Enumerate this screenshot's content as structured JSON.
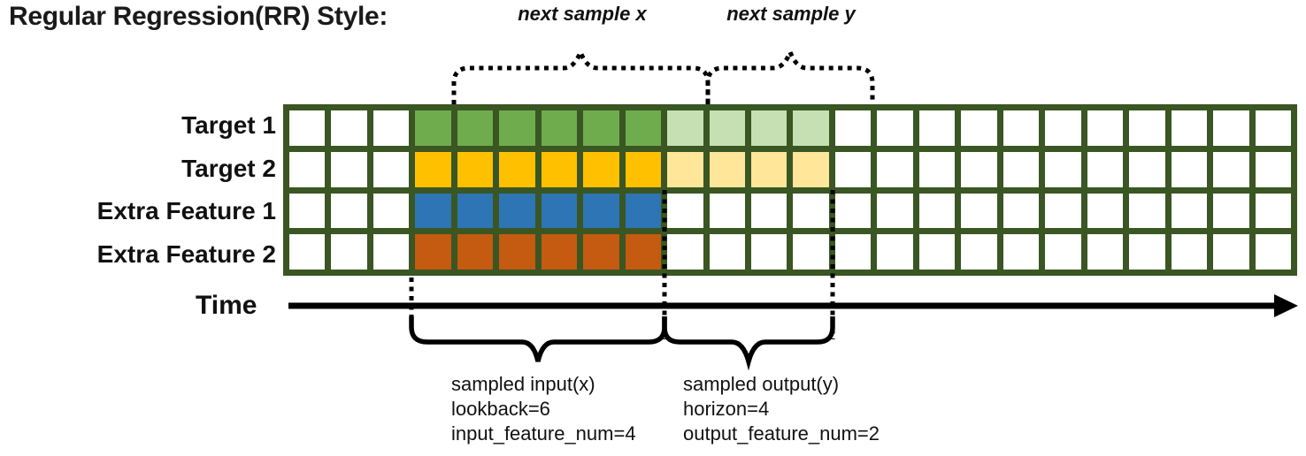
{
  "title": "Regular Regression(RR) Style:",
  "colors": {
    "grid_border": "#3A5623",
    "cell_empty": "#FFFFFF",
    "annotation": "#000000",
    "target1_input": "#6FAC4D",
    "target1_output": "#C6E0B4",
    "target2_input": "#FFC000",
    "target2_output": "#FFE699",
    "extra_feature1_input": "#2E75B6",
    "extra_feature2_input": "#C55A11"
  },
  "grid": {
    "num_columns": 24,
    "num_rows": 4,
    "input_start_col": 4,
    "input_end_col": 9,
    "output_start_col": 10,
    "output_end_col": 13,
    "rows": [
      {
        "label": "Target 1",
        "input_color": "#6FAC4D",
        "output_color": "#C6E0B4"
      },
      {
        "label": "Target 2",
        "input_color": "#FFC000",
        "output_color": "#FFE699"
      },
      {
        "label": "Extra Feature 1",
        "input_color": "#2E75B6",
        "output_color": null
      },
      {
        "label": "Extra Feature 2",
        "input_color": "#C55A11",
        "output_color": null
      }
    ]
  },
  "annotations": {
    "next_sample_x": "next sample x",
    "next_sample_y": "next sample y",
    "time_label": "Time",
    "sampled_input": {
      "line1": "sampled input(x)",
      "line2": "lookback=6",
      "line3": "input_feature_num=4"
    },
    "sampled_output": {
      "line1": "sampled output(y)",
      "line2": "horizon=4",
      "line3": "output_feature_num=2"
    }
  }
}
